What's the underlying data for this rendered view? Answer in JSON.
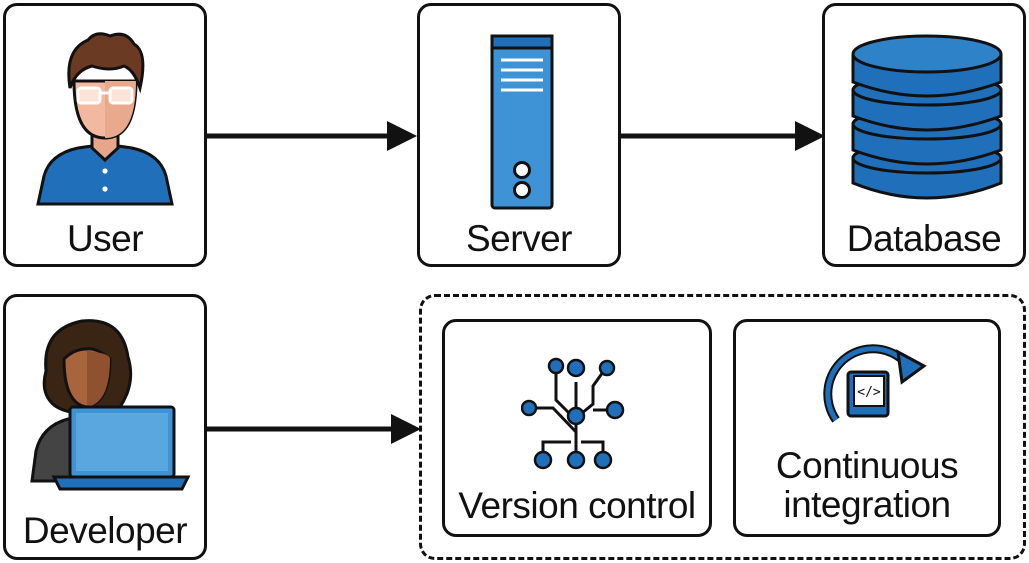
{
  "nodes": {
    "user": {
      "label": "User",
      "icon": "user-icon"
    },
    "server": {
      "label": "Server",
      "icon": "server-icon"
    },
    "database": {
      "label": "Database",
      "icon": "database-icon"
    },
    "developer": {
      "label": "Developer",
      "icon": "developer-laptop-icon"
    },
    "version_control": {
      "label": "Version control",
      "icon": "branching-tree-icon"
    },
    "continuous_integration": {
      "label_line1": "Continuous",
      "label_line2": "integration",
      "icon": "code-cycle-icon"
    }
  },
  "edges": [
    {
      "from": "user",
      "to": "server"
    },
    {
      "from": "server",
      "to": "database"
    },
    {
      "from": "developer",
      "to": "tooling-group"
    }
  ],
  "colors": {
    "accent_blue": "#1f6fba",
    "light_blue": "#3d93d6",
    "outline": "#111111"
  }
}
